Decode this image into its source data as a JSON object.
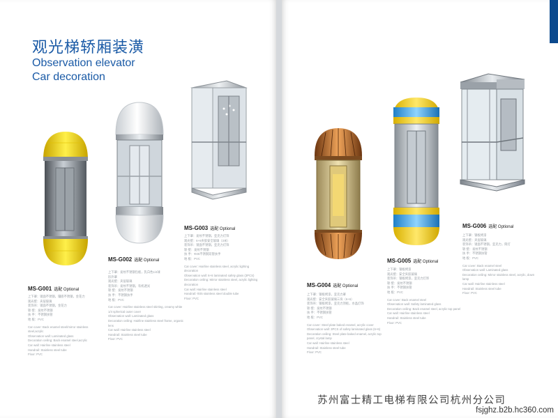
{
  "title": {
    "cn": "观光梯轿厢装潢",
    "en_line1": "Observation elevator",
    "en_line2": "Car decoration"
  },
  "products": [
    {
      "model": "MS-G001",
      "optional": "选配 Optional",
      "specs_cn": [
        "上下罩：镜面不锈钢，镶嵌不锈钢，金花力",
        "观光壁：夹层玻璃",
        "装饰吊：镜面不锈钢，金花力",
        "轿 壁：发纹不锈钢",
        "扶 手：不锈钢扶管",
        "地 板：PVC"
      ],
      "specs_en": [
        "Car cover: Back enamel steel/mirror stainless steel,acrylic",
        "Observation wall: Laminated glass",
        "Decoration ceiling: Back enamel steel,acrylic",
        "Car wall: Hairline stainless steel",
        "Handrail: Stainless steel tube",
        "Floor: PVC"
      ]
    },
    {
      "model": "MS-G002",
      "optional": "选配 Optional",
      "specs_cn": [
        "上下罩：发纹不锈钢包板，乳白色1/4球",
        "形外罩",
        "观光壁：夹层玻璃",
        "装饰吊：发纹不锈钢，有机透光",
        "轿 壁：发纹不锈钢",
        "扶 手：不锈钢扶手",
        "地 板：PVC"
      ],
      "specs_en": [
        "Car cover: Hairline stainless steel skirting, creamy white 1/4 spherical outer cover",
        "Observation wall: Laminated glass",
        "Decoration ceiling: Hairline stainless steel frame, organic lens",
        "Car wall: Hairline stainless steel",
        "Handrail: Stainless steel tube",
        "Floor: PVC"
      ]
    },
    {
      "model": "MS-G003",
      "optional": "选配 Optional",
      "specs_cn": [
        "上下罩：发纹不锈钢，亚克力灯饰",
        "观光壁：6+6夹胶安全玻璃（3米）",
        "装饰吊：镜面不锈钢，亚克力灯饰",
        "轿 壁：发纹不锈钢",
        "扶 手：Φ25不锈钢双管扶手",
        "地 板：PVC"
      ],
      "specs_en": [
        "Car cover: Hairline stainless steel, acrylic lighting decoration",
        "Observation wall: 6+6 laminated safety glass (3PCS)",
        "Decoration ceiling: Mirror stainless steel, acrylic lighting decoration",
        "Car wall: Hairline stainless steel",
        "Handrail: Φ25 stainless steel double tube",
        "Floor: PVC"
      ]
    },
    {
      "model": "MS-G004",
      "optional": "选配 Optional",
      "specs_cn": [
        "上下罩：钢板烤漆，亚克力罩",
        "观光壁：安全夹胶玻璃三块（6+6）",
        "装饰吊：钢板烤漆，亚克力顶板，水晶灯饰",
        "轿 壁：发纹不锈钢",
        "扶 手：不锈钢扶管",
        "地 板：PVC"
      ],
      "specs_en": [
        "Car cover: Steel plate baked enamel, acrylic cover",
        "Observation wall: 3PCS of safety laminated glass (6+6)",
        "Decoration ceiling: Steel plate baked enamel, acrylic top panel, crystal lamp",
        "Car wall: Hairline stainless steel",
        "Handrail: Stainless steel tube",
        "Floor: PVC"
      ]
    },
    {
      "model": "MS-G005",
      "optional": "选配 Optional",
      "specs_cn": [
        "上下罩：钢板烤漆",
        "观光壁：安全夹胶玻璃",
        "装饰吊：钢板烤漆，亚克力灯饰",
        "轿 壁：发纹不锈钢",
        "扶 手：不锈钢扶管",
        "地 板：PVC"
      ],
      "specs_en": [
        "Car cover: Back enamel steel",
        "Observation wall: Safety laminated glass",
        "Decoration ceiling: Back enamel steel, acrylic top panel",
        "Car wall: Hairline stainless steel",
        "Handrail: Stainless steel tube",
        "Floor: PVC"
      ]
    },
    {
      "model": "MS-G006",
      "optional": "选配 Optional",
      "specs_cn": [
        "上下罩：钢板烤漆",
        "观光壁：夹层玻璃",
        "装饰吊：镜面不锈钢，亚克力，筒灯",
        "轿 壁：发纹不锈钢",
        "扶 手：不锈钢扶管",
        "地 板：PVC"
      ],
      "specs_en": [
        "Car cover: Back enamel steel",
        "Observation wall: Laminated glass",
        "Decoration ceiling: Mirror stainless steel, acrylic, down lamp",
        "Car wall: Hairline stainless steel",
        "Handrail: Stainless steel tube",
        "Floor: PVC"
      ]
    }
  ],
  "footer": {
    "company": "苏州富士精工电梯有限公司杭州分公司",
    "url": "fsjghz.b2b.hc360.com"
  },
  "colors": {
    "title_blue": "#1a5aa6",
    "accent_stripe": "#0c4a8e",
    "spec_gray": "#9aa0a6"
  }
}
